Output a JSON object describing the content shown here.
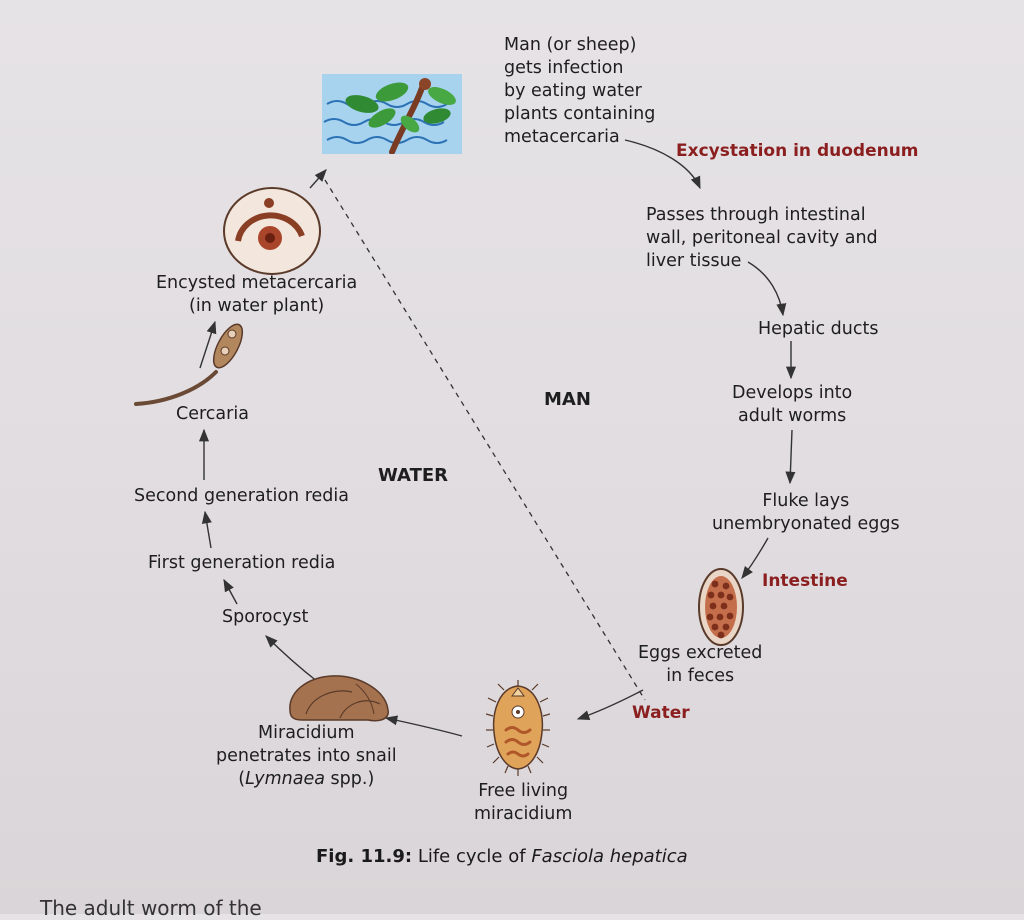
{
  "figure": {
    "caption_label": "Fig. 11.9:",
    "caption_text": "Life cycle of",
    "caption_species": "Fasciola hepatica"
  },
  "regions": {
    "man": "MAN",
    "water": "WATER"
  },
  "stages": {
    "infection": [
      "Man (or sheep)",
      "gets infection",
      "by eating water",
      "plants containing",
      "metacercaria"
    ],
    "passes": [
      "Passes through intestinal",
      "wall, peritoneal cavity and",
      "liver tissue"
    ],
    "hepatic": "Hepatic ducts",
    "develops": [
      "Develops into",
      "adult worms"
    ],
    "fluke": [
      "Fluke lays",
      "unembryonated eggs"
    ],
    "eggs": [
      "Eggs excreted",
      "in feces"
    ],
    "miracidium": [
      "Free living",
      "miracidium"
    ],
    "snail": [
      "Miracidium",
      "penetrates into snail"
    ],
    "snail_species": "Lymnaea",
    "snail_suffix": "spp.",
    "sporocyst": "Sporocyst",
    "first_redia": "First generation redia",
    "second_redia": "Second generation redia",
    "cercaria": "Cercaria",
    "metacercaria": [
      "Encysted metacercaria",
      "(in water plant)"
    ]
  },
  "locations": {
    "excystation": "Excystation in duodenum",
    "intestine": "Intestine",
    "water": "Water"
  },
  "footer_text": "The adult worm of the"
}
